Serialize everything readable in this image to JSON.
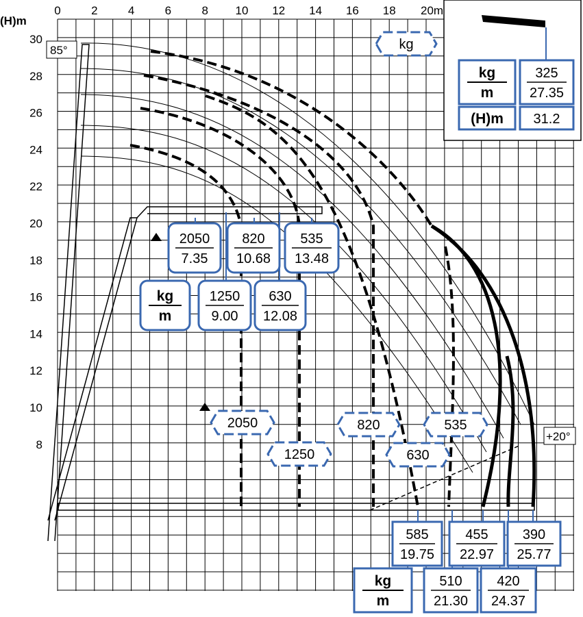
{
  "axis": {
    "y_label": "(H)m",
    "x_unit_label": "20m",
    "x_ticks": [
      "0",
      "2",
      "4",
      "6",
      "8",
      "10",
      "12",
      "14",
      "16",
      "18"
    ],
    "y_ticks": [
      "30",
      "28",
      "26",
      "24",
      "22",
      "20",
      "18",
      "16",
      "14",
      "12",
      "10",
      "8"
    ]
  },
  "angles": {
    "max": "85°",
    "min": "+20°"
  },
  "legend_box": {
    "kg": "kg",
    "m": "m",
    "h_label": "(H)m",
    "load": "325",
    "reach": "27.35",
    "height": "31.2"
  },
  "header_kg_tag": "kg",
  "unit_kg": "kg",
  "unit_m": "m",
  "upper_pairs": [
    {
      "load": "2050",
      "reach": "7.35"
    },
    {
      "load": "820",
      "reach": "10.68"
    },
    {
      "load": "535",
      "reach": "13.48"
    },
    {
      "load": "1250",
      "reach": "9.00"
    },
    {
      "load": "630",
      "reach": "12.08"
    }
  ],
  "mid_tags": [
    "2050",
    "1250",
    "820",
    "630",
    "535"
  ],
  "lower_pairs": [
    {
      "load": "585",
      "reach": "19.75"
    },
    {
      "load": "455",
      "reach": "22.97"
    },
    {
      "load": "390",
      "reach": "25.77"
    },
    {
      "load": "510",
      "reach": "21.30"
    },
    {
      "load": "420",
      "reach": "24.37"
    }
  ],
  "colors": {
    "box_border": "#3a68b0",
    "grid": "#000000",
    "curve": "#000000"
  }
}
